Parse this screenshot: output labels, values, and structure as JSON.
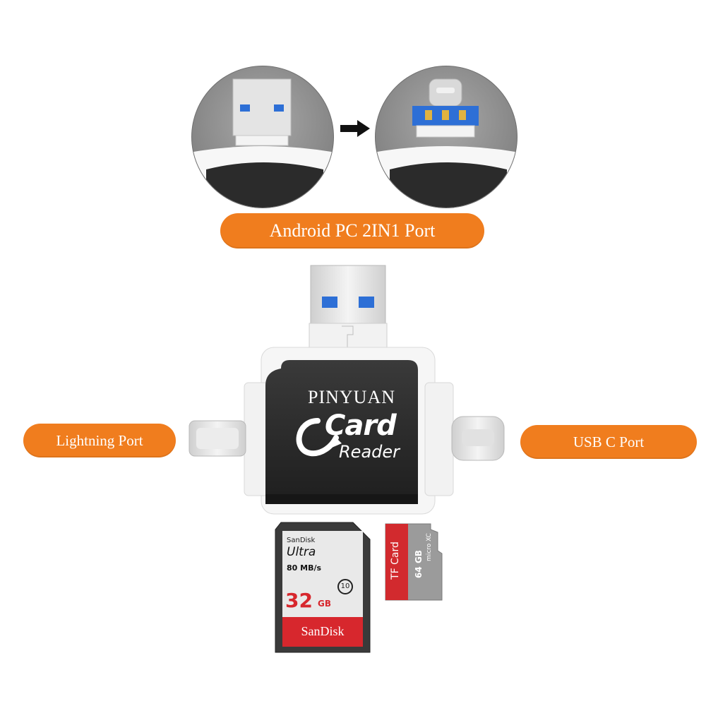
{
  "labels": {
    "android_pc_port": "Android PC 2IN1 Port",
    "lightning_port": "Lightning Port",
    "usb_c_port": "USB C Port"
  },
  "device": {
    "brand": "PINYUAN",
    "logo_word": "Card",
    "logo_sub": "Reader"
  },
  "sd_card": {
    "brand_top": "SanDisk",
    "line": "Ultra",
    "speed": "80 MB/s",
    "capacity": "32",
    "unit": "GB",
    "class": "10",
    "brand_bottom": "SanDisk"
  },
  "tf_card": {
    "label": "TF Card",
    "capacity": "64 GB",
    "type": "micro XC"
  },
  "colors": {
    "accent_orange": "#f07d1e",
    "device_black": "#2b2b2b",
    "usb_blue": "#2d6fd6"
  }
}
